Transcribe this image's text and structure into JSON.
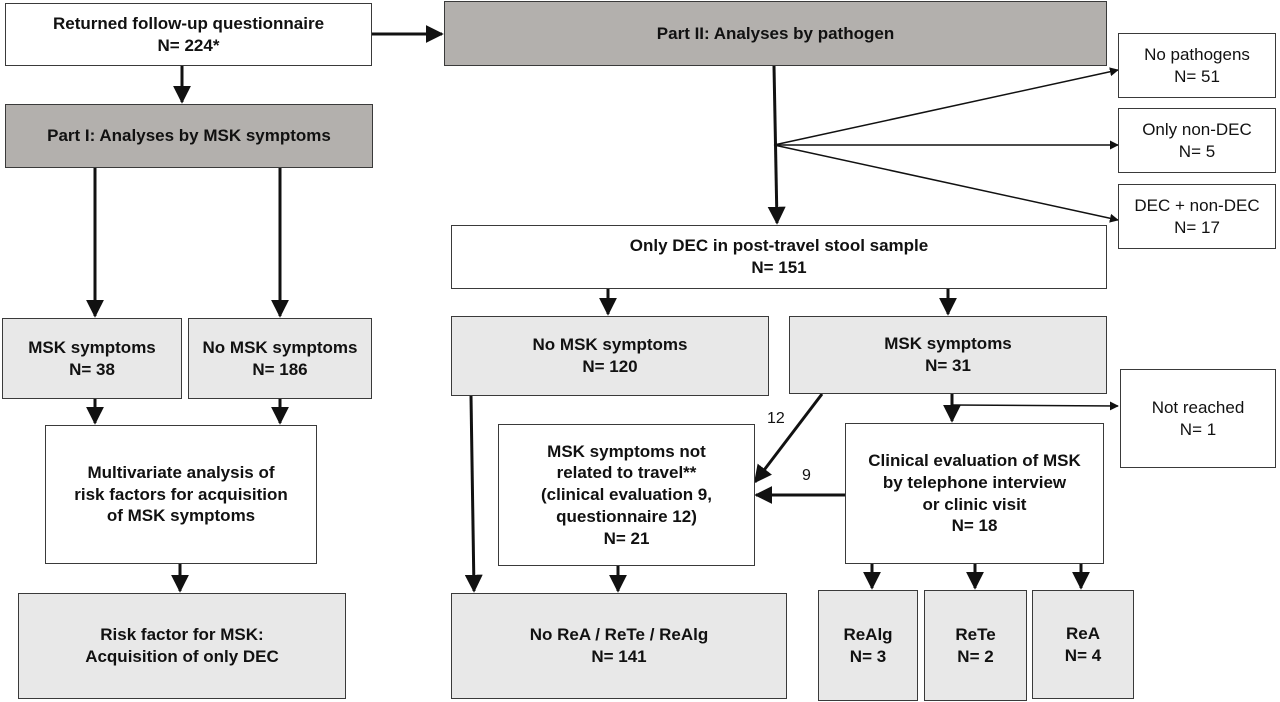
{
  "nodes": {
    "returned": {
      "lines": [
        "Returned follow-up questionnaire",
        "N= 224*"
      ]
    },
    "part2": {
      "lines": [
        "Part II: Analyses by pathogen"
      ]
    },
    "part1": {
      "lines": [
        "Part I: Analyses by MSK symptoms"
      ]
    },
    "no_pathogens": {
      "lines": [
        "No pathogens",
        "N= 51"
      ]
    },
    "only_non_dec": {
      "lines": [
        "Only non-DEC",
        "N= 5"
      ]
    },
    "dec_non_dec": {
      "lines": [
        "DEC + non-DEC",
        "N= 17"
      ]
    },
    "only_dec": {
      "lines": [
        "Only DEC in post-travel stool sample",
        "N= 151"
      ]
    },
    "msk_left": {
      "lines": [
        "MSK symptoms",
        "N= 38"
      ]
    },
    "no_msk_left": {
      "lines": [
        "No MSK symptoms",
        "N= 186"
      ]
    },
    "no_msk_right": {
      "lines": [
        "No MSK symptoms",
        "N= 120"
      ]
    },
    "msk_right": {
      "lines": [
        "MSK symptoms",
        "N= 31"
      ]
    },
    "not_reached": {
      "lines": [
        "Not reached",
        "N= 1"
      ]
    },
    "multivariate": {
      "lines": [
        "Multivariate analysis of",
        "risk factors for acquisition",
        "of MSK symptoms"
      ]
    },
    "not_related": {
      "lines": [
        "MSK symptoms not",
        "related to travel**",
        "(clinical evaluation 9,",
        "questionnaire 12)",
        "N= 21"
      ]
    },
    "clinical": {
      "lines": [
        "Clinical evaluation of MSK",
        "by telephone interview",
        "or clinic visit",
        "N=  18"
      ]
    },
    "risk_factor": {
      "lines": [
        "Risk factor for MSK:",
        "Acquisition of only DEC"
      ]
    },
    "no_rea": {
      "lines": [
        "No ReA / ReTe / ReAlg",
        "N= 141"
      ]
    },
    "realg": {
      "lines": [
        "ReAlg",
        "N= 3"
      ]
    },
    "rete": {
      "lines": [
        "ReTe",
        "N= 2"
      ]
    },
    "rea": {
      "lines": [
        "ReA",
        "N= 4"
      ]
    }
  },
  "edge_labels": {
    "msk_to_not_related": "12",
    "clinical_to_not_related": "9"
  },
  "colors": {
    "dark_fill": "#b3b0ad",
    "light_fill": "#e8e8e8",
    "border": "#3a3a3a",
    "arrow": "#111111"
  }
}
